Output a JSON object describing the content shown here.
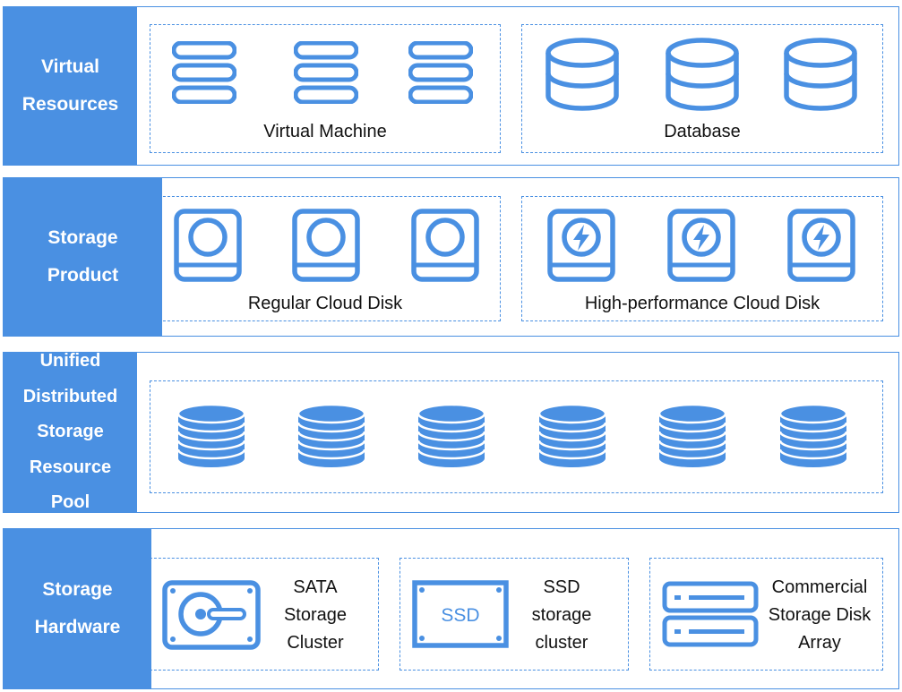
{
  "layers": {
    "virtual": {
      "label": "Virtual Resources",
      "groups": [
        {
          "caption": "Virtual Machine",
          "icon": "server-icon"
        },
        {
          "caption": "Database",
          "icon": "database-icon"
        }
      ]
    },
    "storage_product": {
      "label": "Storage Product",
      "groups": [
        {
          "caption": "Regular Cloud Disk",
          "icon": "cloud-disk-icon"
        },
        {
          "caption": "High-performance Cloud Disk",
          "icon": "performance-disk-icon"
        }
      ]
    },
    "pool": {
      "label": "Unified Distributed Storage Resource Pool",
      "icon": "storage-stack-icon"
    },
    "hardware": {
      "label": "Storage Hardware",
      "items": [
        {
          "text": "SATA Storage Cluster",
          "icon": "hard-drive-icon"
        },
        {
          "text": "SSD storage cluster",
          "icon": "ssd-icon",
          "icon_text": "SSD"
        },
        {
          "text": "Commercial Storage Disk Array",
          "icon": "disk-array-icon"
        }
      ]
    }
  },
  "colors": {
    "accent": "#4a90e2",
    "white": "#ffffff"
  }
}
